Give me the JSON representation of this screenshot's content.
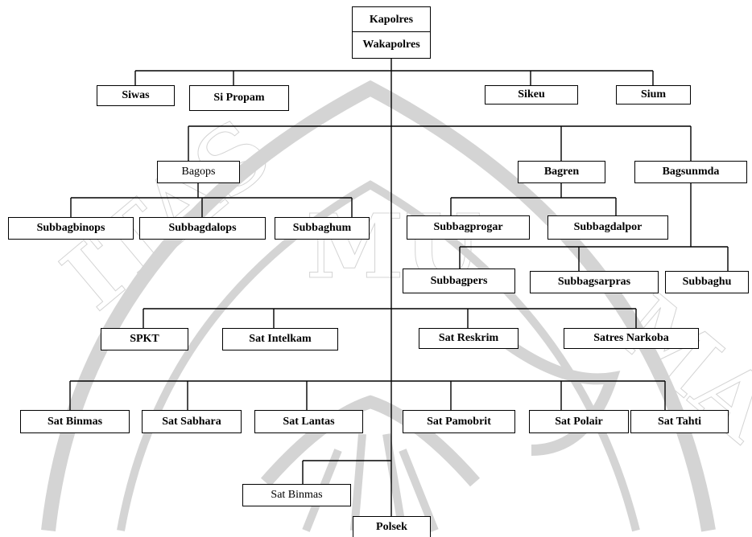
{
  "org_chart": {
    "units": {
      "kapolres": "Kapolres",
      "wakapolres": "Wakapolres",
      "siwas": "Siwas",
      "si_propam": "Si Propam",
      "sikeu": "Sikeu",
      "sium": "Sium",
      "bagops": "Bagops",
      "bagren": "Bagren",
      "bagsunmda": "Bagsunmda",
      "subbagbinops": "Subbagbinops",
      "subbagdalops": "Subbagdalops",
      "subbaghum": "Subbaghum",
      "subbagprogar": "Subbagprogar",
      "subbagdalpor": "Subbagdalpor",
      "subbagpers": "Subbagpers",
      "subbagsarpras": "Subbagsarpras",
      "subbaghu": "Subbaghu",
      "spkt": "SPKT",
      "sat_intelkam": "Sat Intelkam",
      "sat_reskrim": "Sat Reskrim",
      "satres_narkoba": "Satres Narkoba",
      "sat_binmas_1": "Sat Binmas",
      "sat_sabhara": "Sat Sabhara",
      "sat_lantas": "Sat Lantas",
      "sat_pamobrit": "Sat Pamobrit",
      "sat_polair": "Sat Polair",
      "sat_tahti": "Sat Tahti",
      "sat_binmas_2": "Sat Binmas",
      "polsek": "Polsek"
    }
  }
}
